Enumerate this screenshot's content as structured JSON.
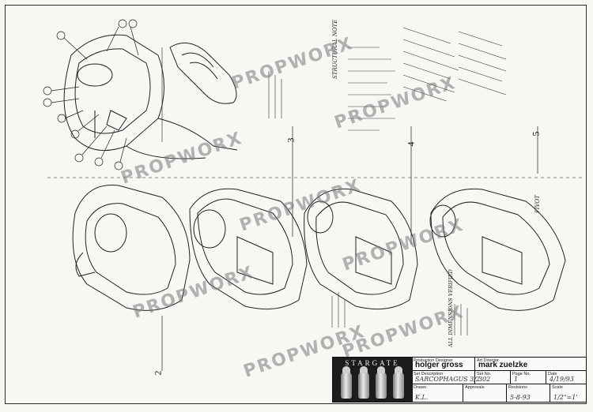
{
  "watermark": "PROPWORX",
  "title_block": {
    "logo": "STARGATE",
    "production_designer_label": "Production Designer",
    "production_designer": "holger gross",
    "art_director_label": "Art Director",
    "art_director": "mark zuelzke",
    "set_description_label": "Set Description",
    "set_description": "SARCOPHAGUS 3/2",
    "set_no_label": "Set No.",
    "set_no": "302",
    "page_no_label": "Page No.",
    "page_no": "1",
    "date_label": "Date",
    "date": "4/19/93",
    "drawn_label": "Drawn",
    "drawn": "K.L.",
    "approvals_label": "Approvals",
    "revisions_label": "Revisions",
    "revisions": "5-8-93",
    "scale_label": "Scale",
    "scale": "1/2\"=1'"
  },
  "step_numbers": [
    "2",
    "3",
    "4",
    "5"
  ],
  "annotations": {
    "hand_note_top": "STRUCTURAL NOTE",
    "hand_note_bottom": "ALL DIMENSIONS VERIFIED",
    "hand_note_right": "PIVOT"
  },
  "colors": {
    "ink": "#1e1e1e",
    "paper": "#f7f7f4",
    "watermark": "#7a7a7a"
  }
}
